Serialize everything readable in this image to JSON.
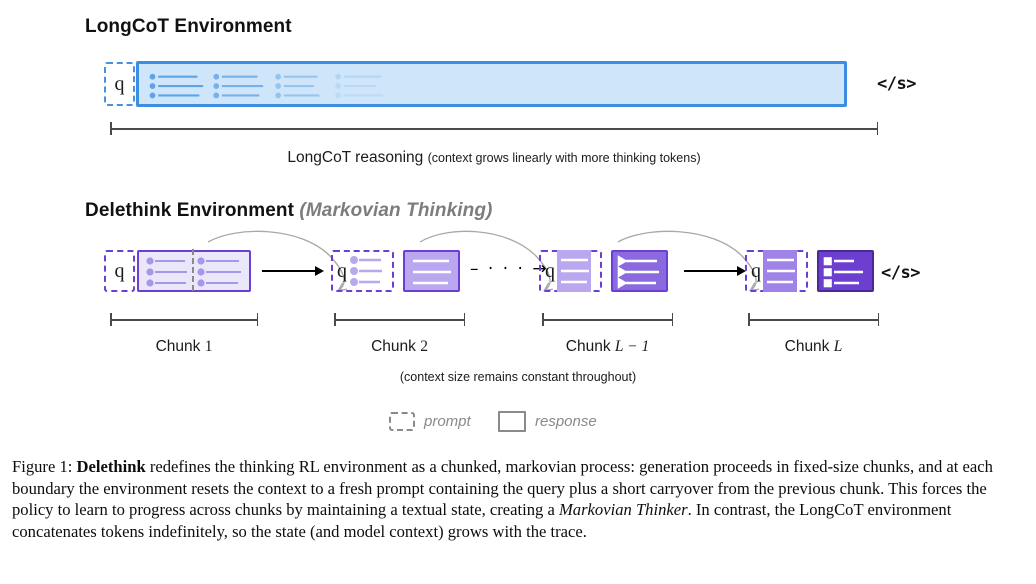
{
  "sections": {
    "longcot": {
      "title": "LongCoT Environment",
      "prompt_label": "q",
      "eos": "</s>",
      "measure_label_main": "LongCoT reasoning",
      "measure_label_paren": "(context grows linearly with more thinking tokens)"
    },
    "delethink": {
      "title": "Delethink Environment",
      "subtitle": "(Markovian Thinking)",
      "eos": "</s>",
      "note": "(context size remains constant throughout)",
      "ellipsis": "– · · · →",
      "chunks": [
        {
          "prompt_label": "q",
          "measure_label": "Chunk",
          "index": "1"
        },
        {
          "prompt_label": "q",
          "measure_label": "Chunk",
          "index": "2"
        },
        {
          "prompt_label": "q",
          "measure_label": "Chunk",
          "index": "L − 1"
        },
        {
          "prompt_label": "q",
          "measure_label": "Chunk",
          "index": "L"
        }
      ]
    }
  },
  "legend": {
    "prompt_label": "prompt",
    "response_label": "response"
  },
  "caption": {
    "prefix": "Figure 1:",
    "bold_term": "Delethink",
    "text_1": " redefines the thinking RL environment as a chunked, markovian process: generation proceeds in fixed-size chunks, and at each boundary the environment resets the context to a fresh prompt containing the query plus a short carryover from the previous chunk. This forces the policy to learn to progress across chunks by maintaining a textual state, creating a ",
    "italic_term": "Markovian Thinker",
    "text_2": ". In contrast, the LongCoT environment concatenates tokens indefinitely, so the state (and model context) grows with the trace."
  },
  "colors": {
    "blue_border": "#3d8ee0",
    "blue_fill": "#cfe6fa",
    "blue_dash": "#4a90e2",
    "purple_border": "#6b3fd4",
    "purple_dash": "#6b3fd4",
    "purple_fill_1": "#ebe7fa",
    "purple_fill_2": "#bba7ef",
    "purple_fill_3": "#8b6ae0",
    "purple_fill_4": "#6c3fd0",
    "gray_arrow": "#a8a8a8",
    "gray_legend": "#8a8a8a"
  }
}
